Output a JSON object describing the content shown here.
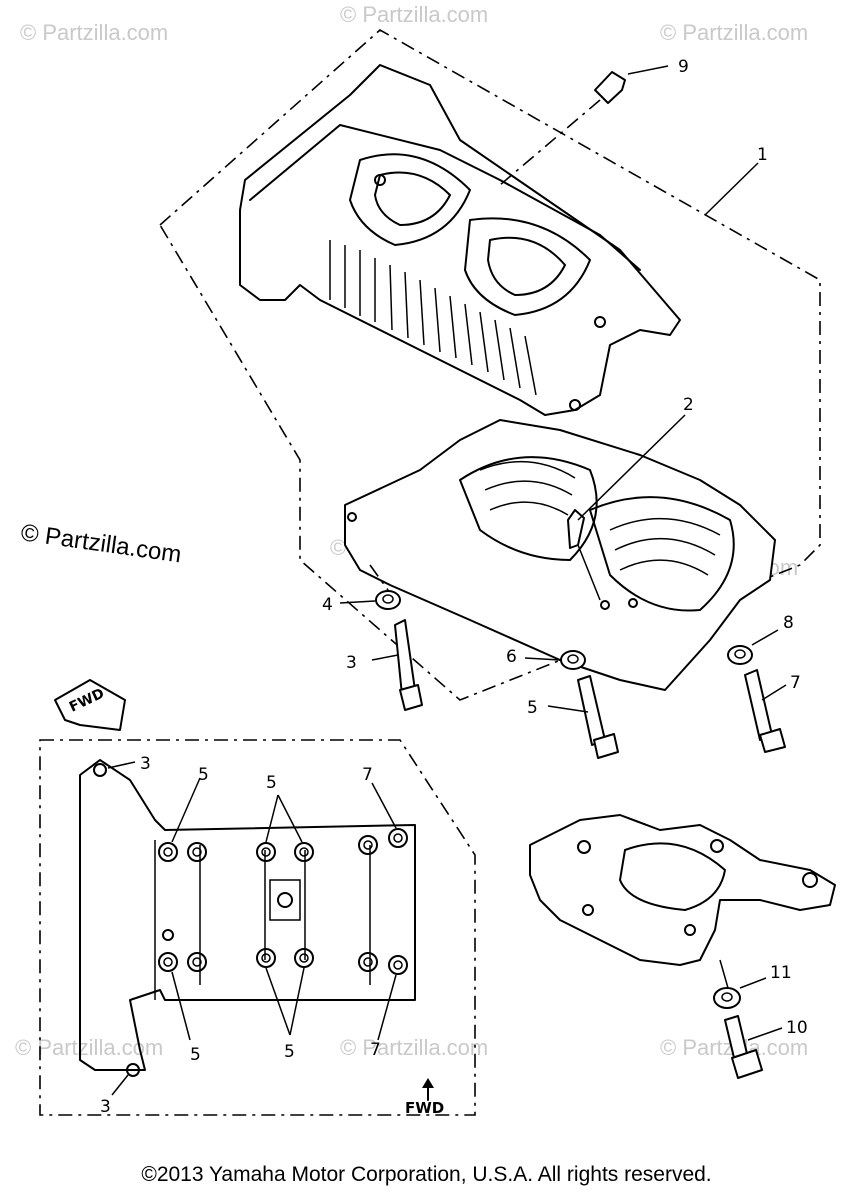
{
  "watermark": {
    "text": "© Partzilla.com",
    "main_text": "© Partzilla.com"
  },
  "fwd_badge": "FWD",
  "fwd_arrow_label": "FWD",
  "callouts": {
    "c1": "1",
    "c2": "2",
    "c3a": "3",
    "c4": "4",
    "c5a": "5",
    "c6": "6",
    "c7a": "7",
    "c8": "8",
    "c9": "9",
    "c10": "10",
    "c11": "11",
    "d3top": "3",
    "d5a": "5",
    "d5b": "5",
    "d7top": "7",
    "d5c": "5",
    "d5d": "5",
    "d7bot": "7",
    "d3bot": "3"
  },
  "copyright": "©2013 Yamaha Motor Corporation, U.S.A. All rights reserved."
}
